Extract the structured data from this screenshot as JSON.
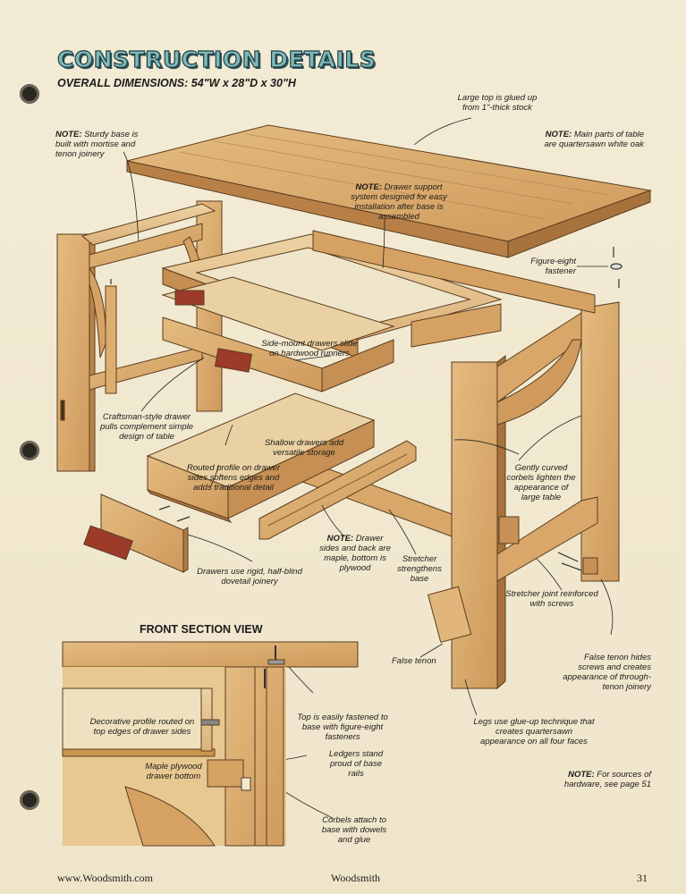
{
  "header": {
    "title": "CONSTRUCTION DETAILS",
    "subtitle": "OVERALL DIMENSIONS: 54\"W x 28\"D x 30\"H"
  },
  "notes": {
    "sturdy_base": {
      "label": "NOTE:",
      "text": "Sturdy base is built with mortise and tenon joinery"
    },
    "large_top": "Large top is glued up from 1\"-thick stock",
    "main_parts": {
      "label": "NOTE:",
      "text": "Main parts of table are quartersawn white oak"
    },
    "drawer_support": {
      "label": "NOTE:",
      "text": "Drawer support system designed for easy installation after base is assembled"
    },
    "figure_eight": "Figure-eight fastener",
    "side_mount": "Side-mount drawers slide on hardwood runners",
    "craftsman_pulls": "Craftsman-style drawer pulls complement simple design of table",
    "shallow_drawers": "Shallow drawers add versatile storage",
    "routed_profile": "Routed profile on drawer sides softens edges and adds traditional detail",
    "gently_curved": "Gently curved corbels lighten the appearance of large table",
    "drawer_sides": {
      "label": "NOTE:",
      "text": "Drawer sides and back are maple, bottom is plywood"
    },
    "stretcher": "Stretcher strengthens base",
    "dovetail": "Drawers use rigid, half-blind dovetail joinery",
    "stretcher_joint": "Stretcher joint reinforced with screws",
    "false_tenon": "False tenon",
    "false_tenon_hides": "False tenon hides screws and creates appearance of through-tenon joinery",
    "legs_glue_up": "Legs use glue-up technique that creates quartersawn appearance on all four faces",
    "sources": {
      "label": "NOTE:",
      "text": "For sources of hardware, see page 51"
    },
    "decorative_profile": "Decorative profile routed on top edges of drawer sides",
    "top_fastened": "Top is easily fastened to base with figure-eight fasteners",
    "maple_plywood": "Maple plywood drawer bottom",
    "ledgers": "Ledgers stand proud of base rails",
    "corbels_attach": "Corbels attach to base with dowels and glue"
  },
  "section": {
    "title": "FRONT SECTION VIEW"
  },
  "footer": {
    "website": "www.Woodsmith.com",
    "magazine": "Woodsmith",
    "page_number": "31"
  },
  "colors": {
    "wood": "#d9a96a",
    "wood_dark": "#b9834a",
    "wood_light": "#e7c48f",
    "title_fill": "#7fb8b8",
    "hardware": "#9c3b2a"
  }
}
